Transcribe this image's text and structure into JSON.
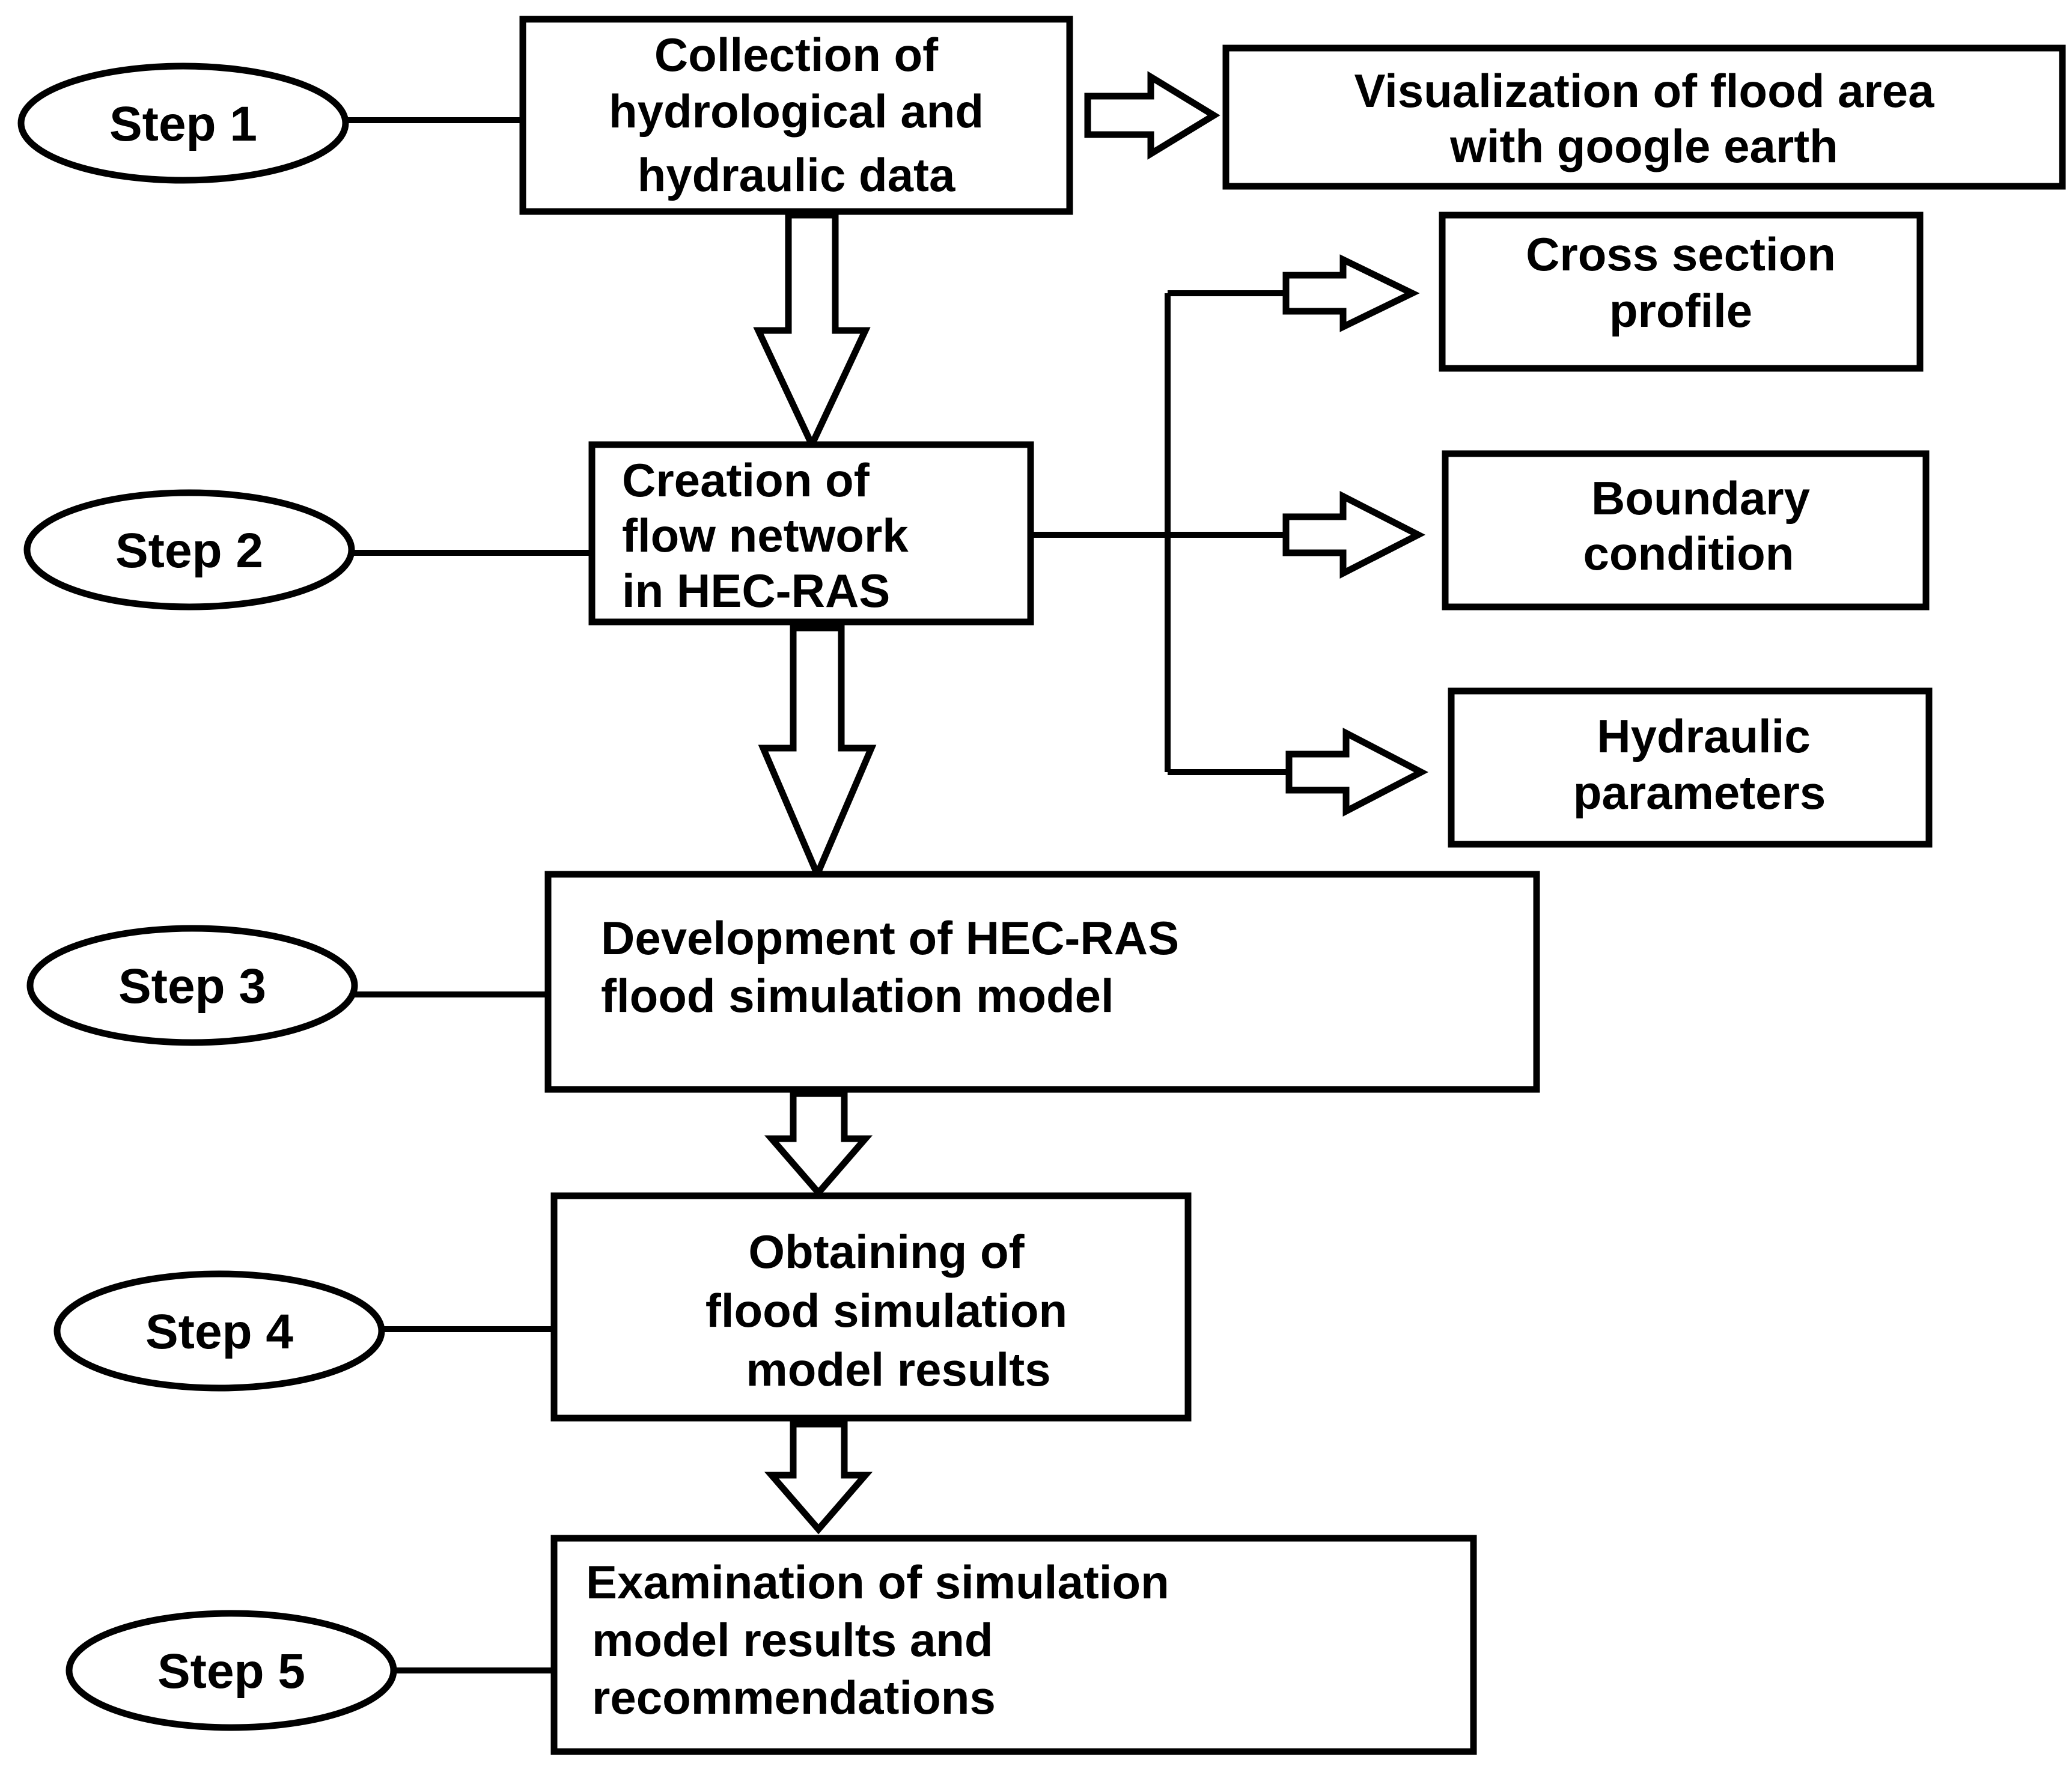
{
  "steps": [
    "Step 1",
    "Step 2",
    "Step 3",
    "Step 4",
    "Step 5"
  ],
  "boxes": {
    "collection": [
      "Collection of",
      "hydrological and",
      "hydraulic data"
    ],
    "visualization": [
      "Visualization of flood area",
      "with google earth"
    ],
    "cross_section": [
      "Cross section",
      "profile"
    ],
    "creation": [
      "Creation of",
      "flow network",
      "in HEC-RAS"
    ],
    "boundary": [
      "Boundary",
      "condition"
    ],
    "hydraulic_params": [
      "Hydraulic",
      "parameters"
    ],
    "development": [
      "Development of HEC-RAS",
      "flood simulation model"
    ],
    "obtaining": [
      "Obtaining  of",
      "flood simulation",
      "model results"
    ],
    "examination": [
      "Examination of simulation",
      "model results and",
      "recommendations"
    ]
  },
  "colors": {
    "stroke": "#000000",
    "background": "#ffffff",
    "text": "#000000"
  }
}
